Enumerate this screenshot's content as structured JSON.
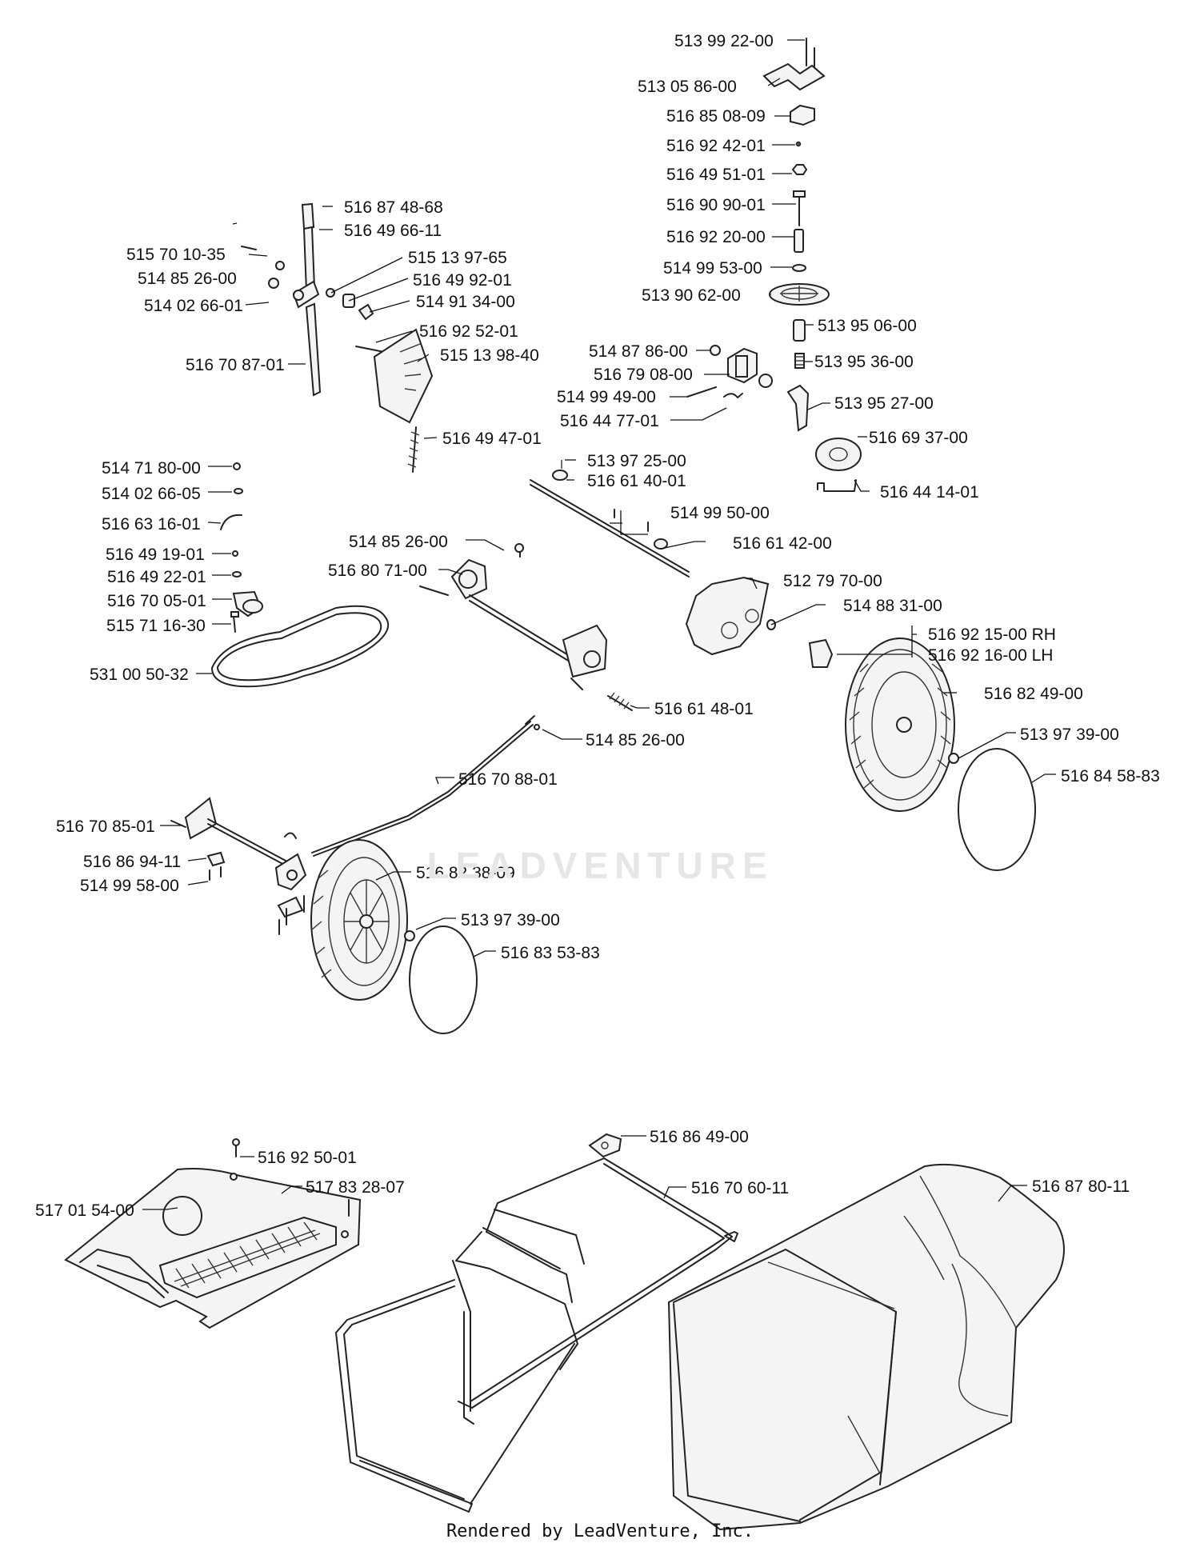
{
  "diagram": {
    "labels": [
      "513 99 22-00",
      "513 05 86-00",
      "516 85 08-09",
      "516 92 42-01",
      "516 49 51-01",
      "516 90 90-01",
      "516 92 20-00",
      "514 99 53-00",
      "513 90 62-00",
      "513 95 06-00",
      "513 95 36-00",
      "514 87 86-00",
      "516 79 08-00",
      "514 99 49-00",
      "516 44 77-01",
      "513 95 27-00",
      "516 69 37-00",
      "516 44 14-01",
      "516 87 48-68",
      "516 49 66-11",
      "515 70 10-35",
      "514 85 26-00",
      "514 02 66-01",
      "515 13 97-65",
      "516 49 92-01",
      "514 91 34-00",
      "516 92 52-01",
      "515 13 98-40",
      "516 70 87-01",
      "516 49 47-01",
      "514 71 80-00",
      "514 02 66-05",
      "516 63 16-01",
      "516 49 19-01",
      "516 49 22-01",
      "516 70 05-01",
      "515 71 16-30",
      "531 00 50-32",
      "513 97 25-00",
      "516 61 40-01",
      "514 99 50-00",
      "516 61 42-00",
      "514 85 26-00",
      "516 80 71-00",
      "512 79 70-00",
      "514 88 31-00",
      "516 92 15-00 RH",
      "516 92 16-00 LH",
      "516 82 49-00",
      "516 61 48-01",
      "514 85 26-00",
      "513 97 39-00",
      "516 84 58-83",
      "516 70 88-01",
      "516 70 85-01",
      "516 86 94-11",
      "514 99 58-00",
      "516 82 38-09",
      "513 97 39-00",
      "516 83 53-83",
      "516 92 50-01",
      "517 83 28-07",
      "517 01 54-00",
      "516 86 49-00",
      "516 70 60-11",
      "516 87 80-11"
    ]
  },
  "watermark": "LEADVENTURE",
  "footer": "Rendered by LeadVenture, Inc."
}
